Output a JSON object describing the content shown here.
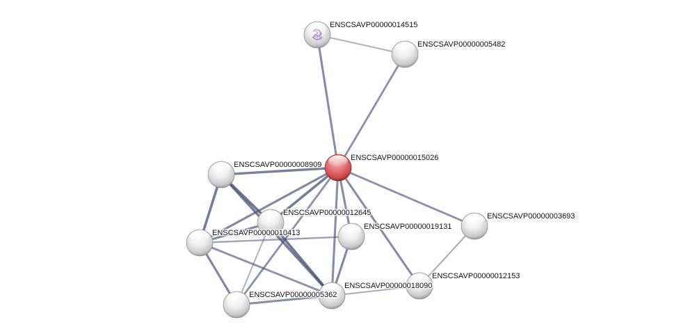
{
  "network": {
    "center_color": "#d9595c",
    "node_color": "#e8e8e8",
    "edge_color": "#4b5578",
    "nodes": [
      {
        "id": "A",
        "label": "ENSCSAVP00000014515",
        "highlight": false,
        "has_structure": true
      },
      {
        "id": "B",
        "label": "ENSCSAVP00000005482",
        "highlight": false,
        "has_structure": false
      },
      {
        "id": "C",
        "label": "ENSCSAVP00000015026",
        "highlight": true,
        "has_structure": false
      },
      {
        "id": "D",
        "label": "ENSCSAVP00000008909",
        "highlight": false,
        "has_structure": false
      },
      {
        "id": "E",
        "label": "ENSCSAVP00000012645",
        "highlight": false,
        "has_structure": false
      },
      {
        "id": "F",
        "label": "ENSCSAVP00000010413",
        "highlight": false,
        "has_structure": false
      },
      {
        "id": "G",
        "label": "ENSCSAVP00000019131",
        "highlight": false,
        "has_structure": false
      },
      {
        "id": "H",
        "label": "ENSCSAVP00000003693",
        "highlight": false,
        "has_structure": false
      },
      {
        "id": "I",
        "label": "ENSCSAVP00000005362",
        "highlight": false,
        "has_structure": false
      },
      {
        "id": "J",
        "label": "ENSCSAVP00000018090",
        "highlight": false,
        "has_structure": false
      },
      {
        "id": "K",
        "label": "ENSCSAVP00000012153",
        "highlight": false,
        "has_structure": false
      }
    ],
    "edges": [
      {
        "source": "A",
        "target": "B",
        "score": 0.3
      },
      {
        "source": "A",
        "target": "C",
        "score": 0.65
      },
      {
        "source": "B",
        "target": "C",
        "score": 0.6
      },
      {
        "source": "C",
        "target": "D",
        "score": 0.75
      },
      {
        "source": "C",
        "target": "E",
        "score": 0.8
      },
      {
        "source": "C",
        "target": "F",
        "score": 0.7
      },
      {
        "source": "C",
        "target": "G",
        "score": 0.65
      },
      {
        "source": "C",
        "target": "H",
        "score": 0.6
      },
      {
        "source": "C",
        "target": "I",
        "score": 0.6
      },
      {
        "source": "C",
        "target": "J",
        "score": 0.65
      },
      {
        "source": "C",
        "target": "K",
        "score": 0.65
      },
      {
        "source": "D",
        "target": "E",
        "score": 0.85
      },
      {
        "source": "D",
        "target": "F",
        "score": 0.8
      },
      {
        "source": "D",
        "target": "J",
        "score": 0.8
      },
      {
        "source": "E",
        "target": "F",
        "score": 0.7
      },
      {
        "source": "E",
        "target": "I",
        "score": 0.3
      },
      {
        "source": "E",
        "target": "J",
        "score": 0.85
      },
      {
        "source": "F",
        "target": "G",
        "score": 0.45
      },
      {
        "source": "F",
        "target": "I",
        "score": 0.7
      },
      {
        "source": "F",
        "target": "J",
        "score": 0.6
      },
      {
        "source": "G",
        "target": "J",
        "score": 0.7
      },
      {
        "source": "H",
        "target": "K",
        "score": 0.35
      },
      {
        "source": "I",
        "target": "J",
        "score": 0.65
      },
      {
        "source": "J",
        "target": "K",
        "score": 0.35
      }
    ]
  }
}
